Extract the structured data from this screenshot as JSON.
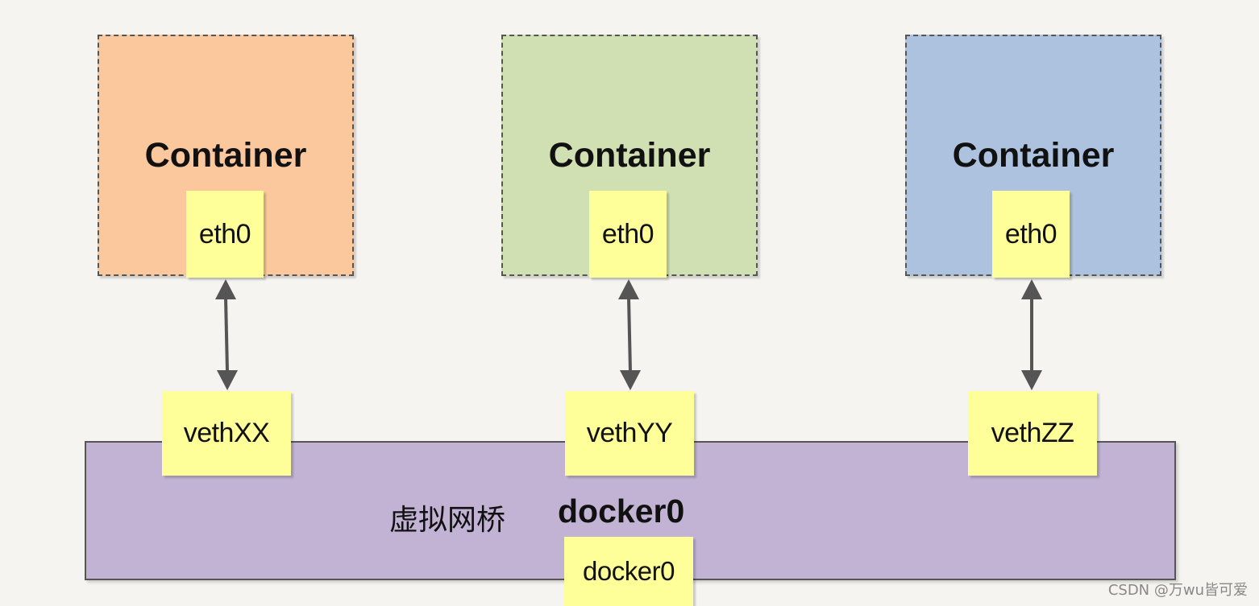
{
  "containers": [
    {
      "title": "Container",
      "iface": "eth0",
      "veth": "vethXX",
      "color": "#fbc79c"
    },
    {
      "title": "Container",
      "iface": "eth0",
      "veth": "vethYY",
      "color": "#d1e0b2"
    },
    {
      "title": "Container",
      "iface": "eth0",
      "veth": "vethZZ",
      "color": "#adc2df"
    }
  ],
  "bridge": {
    "label_cn": "虚拟网桥",
    "name": "docker0",
    "iface": "docker0",
    "color": "#c2b3d4"
  },
  "note_color": "#ffff99",
  "arrow_color": "#555555",
  "watermark": "CSDN @万wu皆可爱"
}
